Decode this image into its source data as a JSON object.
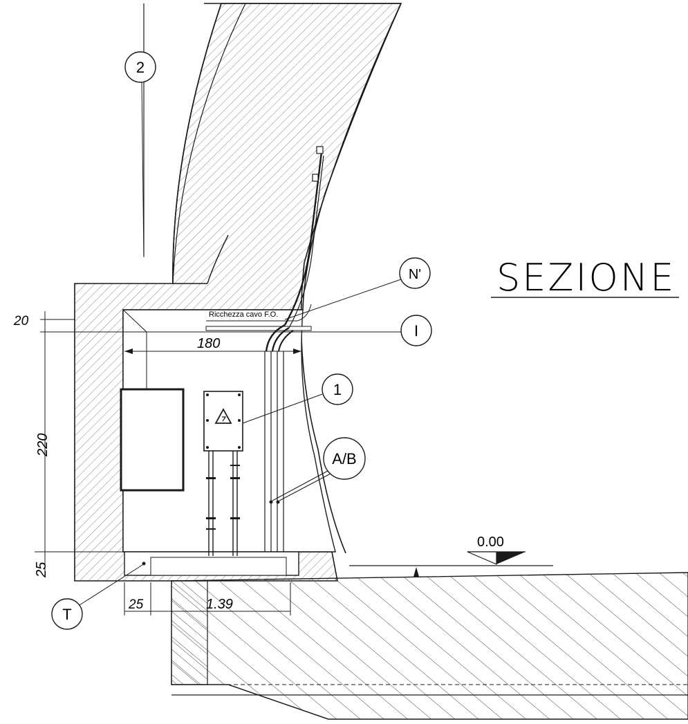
{
  "title": "SEZIONE",
  "callouts": {
    "c2": "2",
    "cN": "N'",
    "cI": "I",
    "c1": "1",
    "cAB": "A/B",
    "cT": "T"
  },
  "note": "Ricchezza cavo F.O.",
  "dimensions": {
    "d20": "20",
    "d180": "180",
    "d220": "220",
    "d25_vertical": "25",
    "d25_horizontal": "25",
    "d139": "1.39"
  },
  "level": "0.00",
  "colors": {
    "ink": "#1a1a1a",
    "hatch": "#555555",
    "paper": "#ffffff"
  }
}
